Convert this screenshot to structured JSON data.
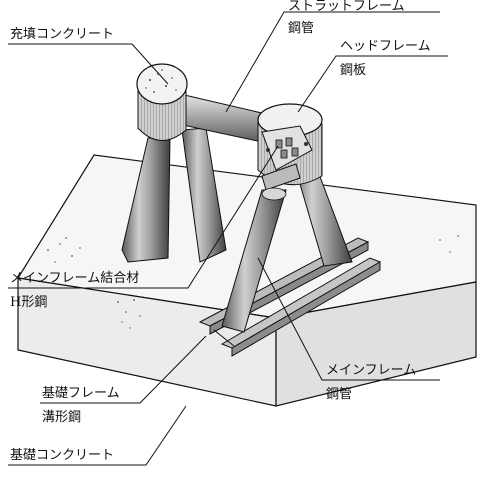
{
  "labels": {
    "filled_concrete": "充填コンクリート",
    "strut_frame": "ストラットフレーム",
    "strut_material": "鋼管",
    "head_frame": "ヘッドフレーム",
    "head_material": "鋼板",
    "main_frame_joint": "メインフレーム結合材",
    "joint_material": "H形鋼",
    "base_frame": "基礎フレーム",
    "base_material": "溝形鋼",
    "main_frame": "メインフレーム",
    "main_material": "鋼管",
    "base_concrete": "基礎コンクリート"
  },
  "colors": {
    "line": "#111111",
    "steel_light": "#d9d9d9",
    "steel_mid": "#9a9a9a",
    "steel_dark": "#4a4a4a",
    "concrete": "#f4f4f4",
    "concrete_side": "#e6e6e6"
  }
}
